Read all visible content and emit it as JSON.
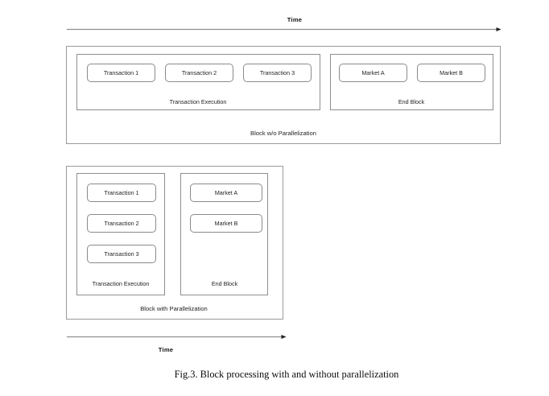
{
  "figure": {
    "caption": "Fig.3.  Block processing with and without parallelization",
    "axis_top": {
      "label": "Time",
      "direction": "left-to-right"
    },
    "axis_bottom": {
      "label": "Time",
      "direction": "left-to-right"
    }
  },
  "blocks": [
    {
      "id": "block-without-parallelization",
      "caption": "Block w/o Parallelization",
      "panels": [
        {
          "id": "transaction-execution",
          "caption": "Transaction Execution",
          "layout": "sequential",
          "nodes": [
            {
              "id": "transaction-1",
              "label": "Transaction 1"
            },
            {
              "id": "transaction-2",
              "label": "Transaction 2"
            },
            {
              "id": "transaction-3",
              "label": "Transaction 3"
            }
          ]
        },
        {
          "id": "end-block",
          "caption": "End Block",
          "layout": "sequential",
          "nodes": [
            {
              "id": "market-a",
              "label": "Market A"
            },
            {
              "id": "market-b",
              "label": "Market B"
            }
          ]
        }
      ]
    },
    {
      "id": "block-with-parallelization",
      "caption": "Block with Parallelization",
      "panels": [
        {
          "id": "transaction-execution",
          "caption": "Transaction Execution",
          "layout": "parallel",
          "nodes": [
            {
              "id": "transaction-1",
              "label": "Transaction 1"
            },
            {
              "id": "transaction-2",
              "label": "Transaction 2"
            },
            {
              "id": "transaction-3",
              "label": "Transaction 3"
            }
          ]
        },
        {
          "id": "end-block",
          "caption": "End Block",
          "layout": "parallel",
          "nodes": [
            {
              "id": "market-a",
              "label": "Market A"
            },
            {
              "id": "market-b",
              "label": "Market B"
            }
          ]
        }
      ]
    }
  ],
  "colors": {
    "background": "#ffffff",
    "box_border": "#9a9a9a",
    "node_border": "#8a8a8a",
    "connector": "#6f6f6f",
    "text": "#1f1f1f"
  }
}
